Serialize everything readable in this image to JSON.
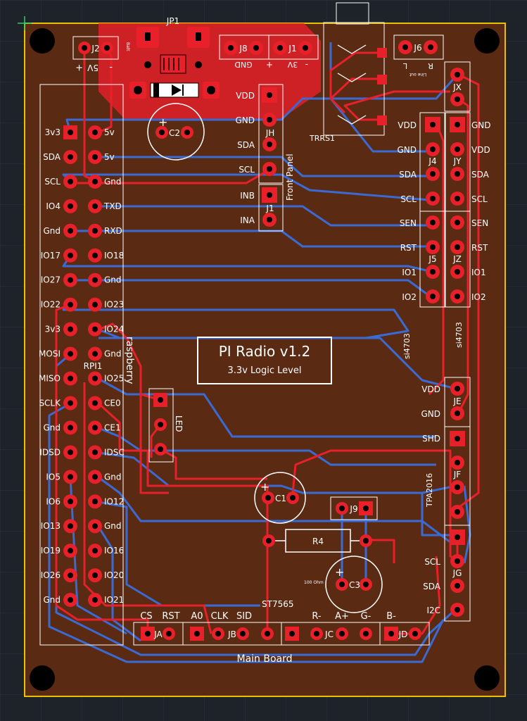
{
  "board": {
    "title": "PI Radio  v1.2",
    "subtitle": "3.3v Logic Level",
    "bottom_label": "Main Board",
    "front_panel_label": "Front Panel",
    "raspberry_label": "raspberry",
    "colors": {
      "background": "#1e2229",
      "board": "#5a2a12",
      "outline": "#e8c200",
      "copper_top": "#e8202a",
      "copper_bottom": "#3a6bd4",
      "pad_ring": "#e8202a",
      "pad_hole": "#0a0a0a",
      "silkscreen": "#ffffff",
      "grid": "#2c333d"
    }
  },
  "components": {
    "jp1": "JP1",
    "bat_label": "Batt",
    "j2": "J2",
    "j2_plus": "+",
    "j2_minus": "-",
    "j2_value": "5V",
    "j8": "J8",
    "j8_label": "GND",
    "j1_top": "J1",
    "j1_plus": "+",
    "j1_value": "3V",
    "j1_minus": "-",
    "j6": "J6",
    "j6_l": "L",
    "j6_r": "R",
    "j6_sub": "Line out",
    "c2": "C2",
    "c2_plus": "+",
    "jh": "JH",
    "j1": "J1",
    "trrs": "TRRS1",
    "jx": "JX",
    "j4": "J4",
    "jy": "JY",
    "j5": "J5",
    "jz": "JZ",
    "si4703_a": "si4703",
    "si4703_b": "si4703",
    "je": "JE",
    "jf": "JF",
    "jg": "JG",
    "tpa": "TPA2016",
    "c1": "C1",
    "c1_plus": "+",
    "j9": "J9",
    "r4": "R4",
    "c3": "C3",
    "c3_plus": "+",
    "c3_note": "100 Ohm",
    "st": "ST7565",
    "led": "LED",
    "rpi": "RPI1",
    "ja": "JA",
    "jb": "JB",
    "jc": "JC",
    "jd": "JD"
  },
  "jh_labels": [
    "VDD",
    "GND",
    "SDA",
    "SCL"
  ],
  "j1_labels": [
    "INB",
    "INA"
  ],
  "j4_labels": [
    "VDD",
    "GND",
    "SDA",
    "SCL"
  ],
  "jy_labels": [
    "GND",
    "VDD",
    "SDA",
    "SCL"
  ],
  "j5_labels": [
    "SEN",
    "RST",
    "IO1",
    "IO2"
  ],
  "jz_labels": [
    "SEN",
    "RST",
    "IO1",
    "IO2"
  ],
  "je_labels": [
    "VDD",
    "GND",
    "SHD"
  ],
  "jg_labels": [
    "SCL",
    "SDA",
    "I2C"
  ],
  "bottom_labels": [
    "CS",
    "RST",
    "A0",
    "CLK",
    "SID",
    "R-",
    "A+",
    "G-",
    "B-"
  ],
  "rpi_left": [
    "3v3",
    "SDA",
    "SCL",
    "IO4",
    "Gnd",
    "IO17",
    "IO27",
    "IO22",
    "3v3",
    "MOSI",
    "MISO",
    "SCLK",
    "Gnd",
    "IDSD",
    "IO5",
    "IO6",
    "IO13",
    "IO19",
    "IO26",
    "Gnd"
  ],
  "rpi_right": [
    "5v",
    "5v",
    "Gnd",
    "TXD",
    "RXD",
    "IO18",
    "Gnd",
    "IO23",
    "IO24",
    "Gnd",
    "IO25",
    "CE0",
    "CE1",
    "IDSC",
    "Gnd",
    "IO12",
    "Gnd",
    "IO16",
    "IO20",
    "IO21"
  ]
}
